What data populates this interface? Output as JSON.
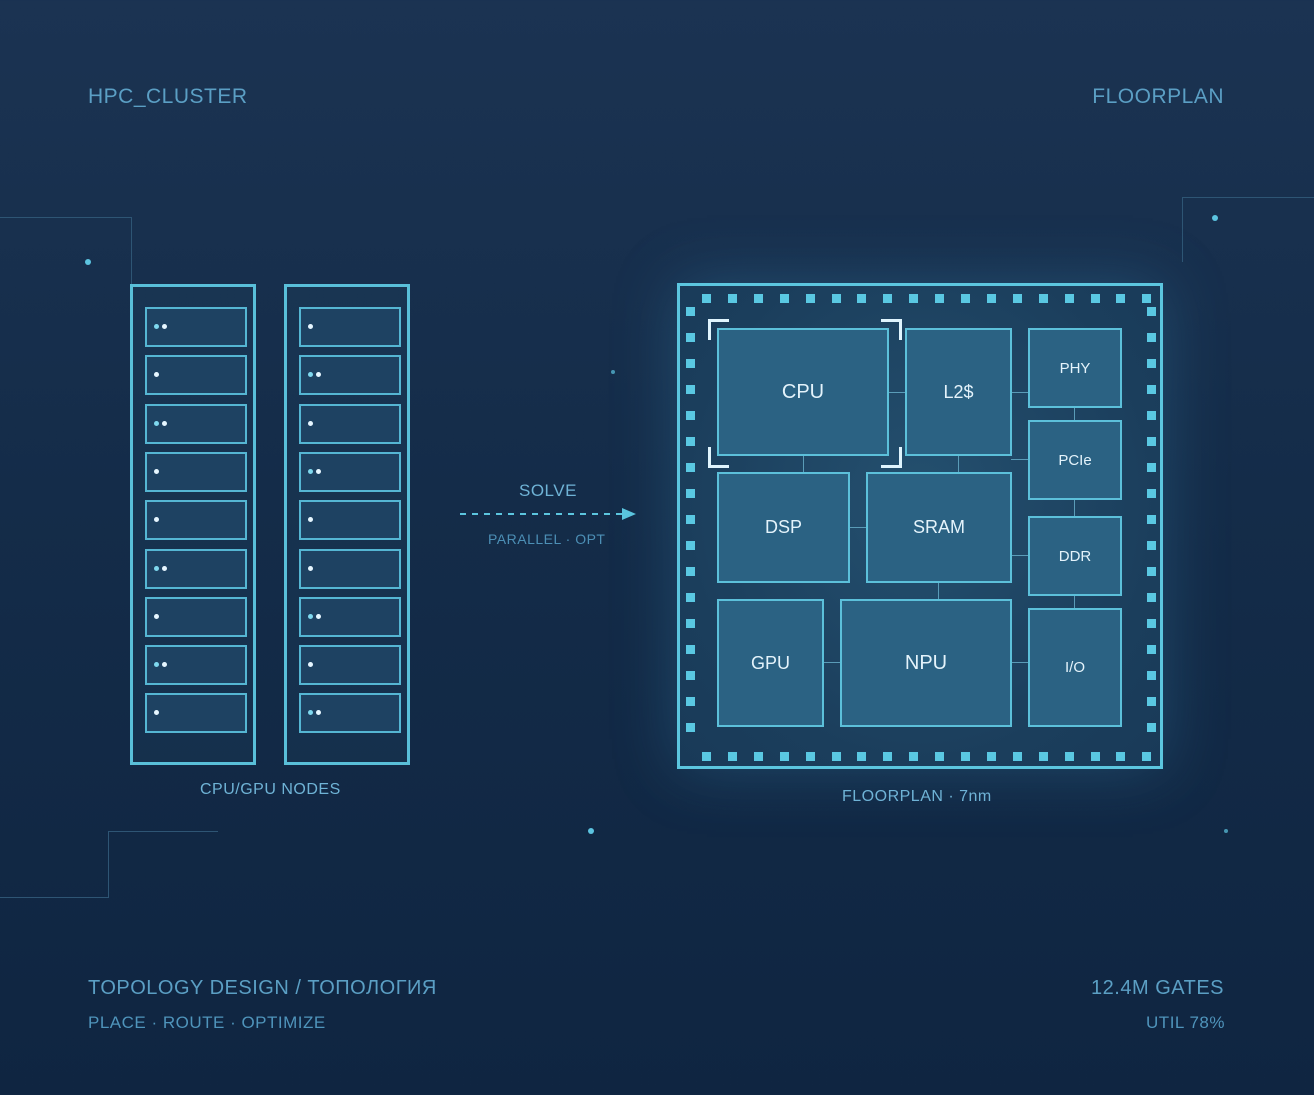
{
  "header": {
    "left_title": "HPC_CLUSTER",
    "right_title": "FLOORPLAN"
  },
  "cluster": {
    "caption": "CPU/GPU NODES",
    "racks": [
      {
        "leds": [
          2,
          1,
          2,
          1,
          1,
          2,
          1,
          2,
          1
        ]
      },
      {
        "leds": [
          1,
          2,
          1,
          2,
          1,
          1,
          2,
          1,
          2
        ]
      }
    ]
  },
  "arrow": {
    "top_label": "SOLVE",
    "bottom_label": "PARALLEL · OPT"
  },
  "floorplan": {
    "caption": "FLOORPLAN · 7nm",
    "blocks": {
      "cpu": "CPU",
      "l2": "L2$",
      "phy": "PHY",
      "pcie": "PCIe",
      "dsp": "DSP",
      "sram": "SRAM",
      "ddr": "DDR",
      "gpu": "GPU",
      "npu": "NPU",
      "io": "I/O"
    }
  },
  "footer": {
    "title": "TOPOLOGY DESIGN / ТОПОЛОГИЯ",
    "subtitle": "PLACE · ROUTE · OPTIMIZE",
    "gates": "12.4M GATES",
    "util": "UTIL 78%"
  },
  "colors": {
    "background": "#142c49",
    "accent": "#5cc6df",
    "block_fill": "#2b6283",
    "text_light": "#e4f3fb"
  }
}
